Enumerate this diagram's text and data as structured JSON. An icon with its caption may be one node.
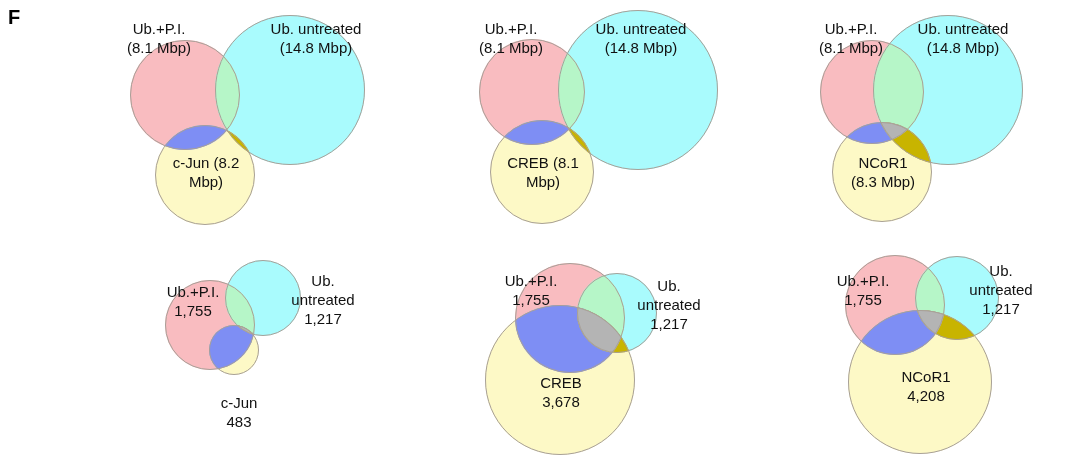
{
  "diagram": {
    "nodes": [
      {
        "text": [
          "Ub.+P.I. (8.1 Mbp)"
        ]
      },
      {
        "text": [
          "Ub. untreated (14.8 Mbp)"
        ]
      },
      {
        "text": [
          "c-Jun (8.2 Mbp)"
        ]
      },
      {
        "text": [
          "Ub.+P.I. (8.1 Mbp)"
        ]
      },
      {
        "text": [
          "Ub. untreated (14.8 Mbp)"
        ]
      },
      {
        "text": [
          "CREB (8.1 Mbp)"
        ]
      },
      {
        "text": [
          "Ub.+P.I. (8.1 Mbp)"
        ]
      },
      {
        "text": [
          "Ub. untreated (14.8 Mbp)"
        ]
      },
      {
        "text": [
          "NCoR1 (8.3 Mbp)"
        ]
      },
      {
        "text": [
          "Ub.+P.I. 1,755"
        ]
      },
      {
        "text": [
          "Ub. untreated 1,217"
        ]
      },
      {
        "text": [
          "c-Jun 483"
        ]
      },
      {
        "text": [
          "Ub.+P.I. 1,755"
        ]
      },
      {
        "text": [
          "Ub. untreated 1,217"
        ]
      },
      {
        "text": [
          "CREB 3,678"
        ]
      },
      {
        "text": [
          "Ub.+P.I. 1,755"
        ]
      },
      {
        "text": [
          "Ub. untreated 1,217"
        ]
      },
      {
        "text": [
          "NCoR1 4,208"
        ]
      }
    ],
    "labels": [
      "F"
    ]
  }
}
